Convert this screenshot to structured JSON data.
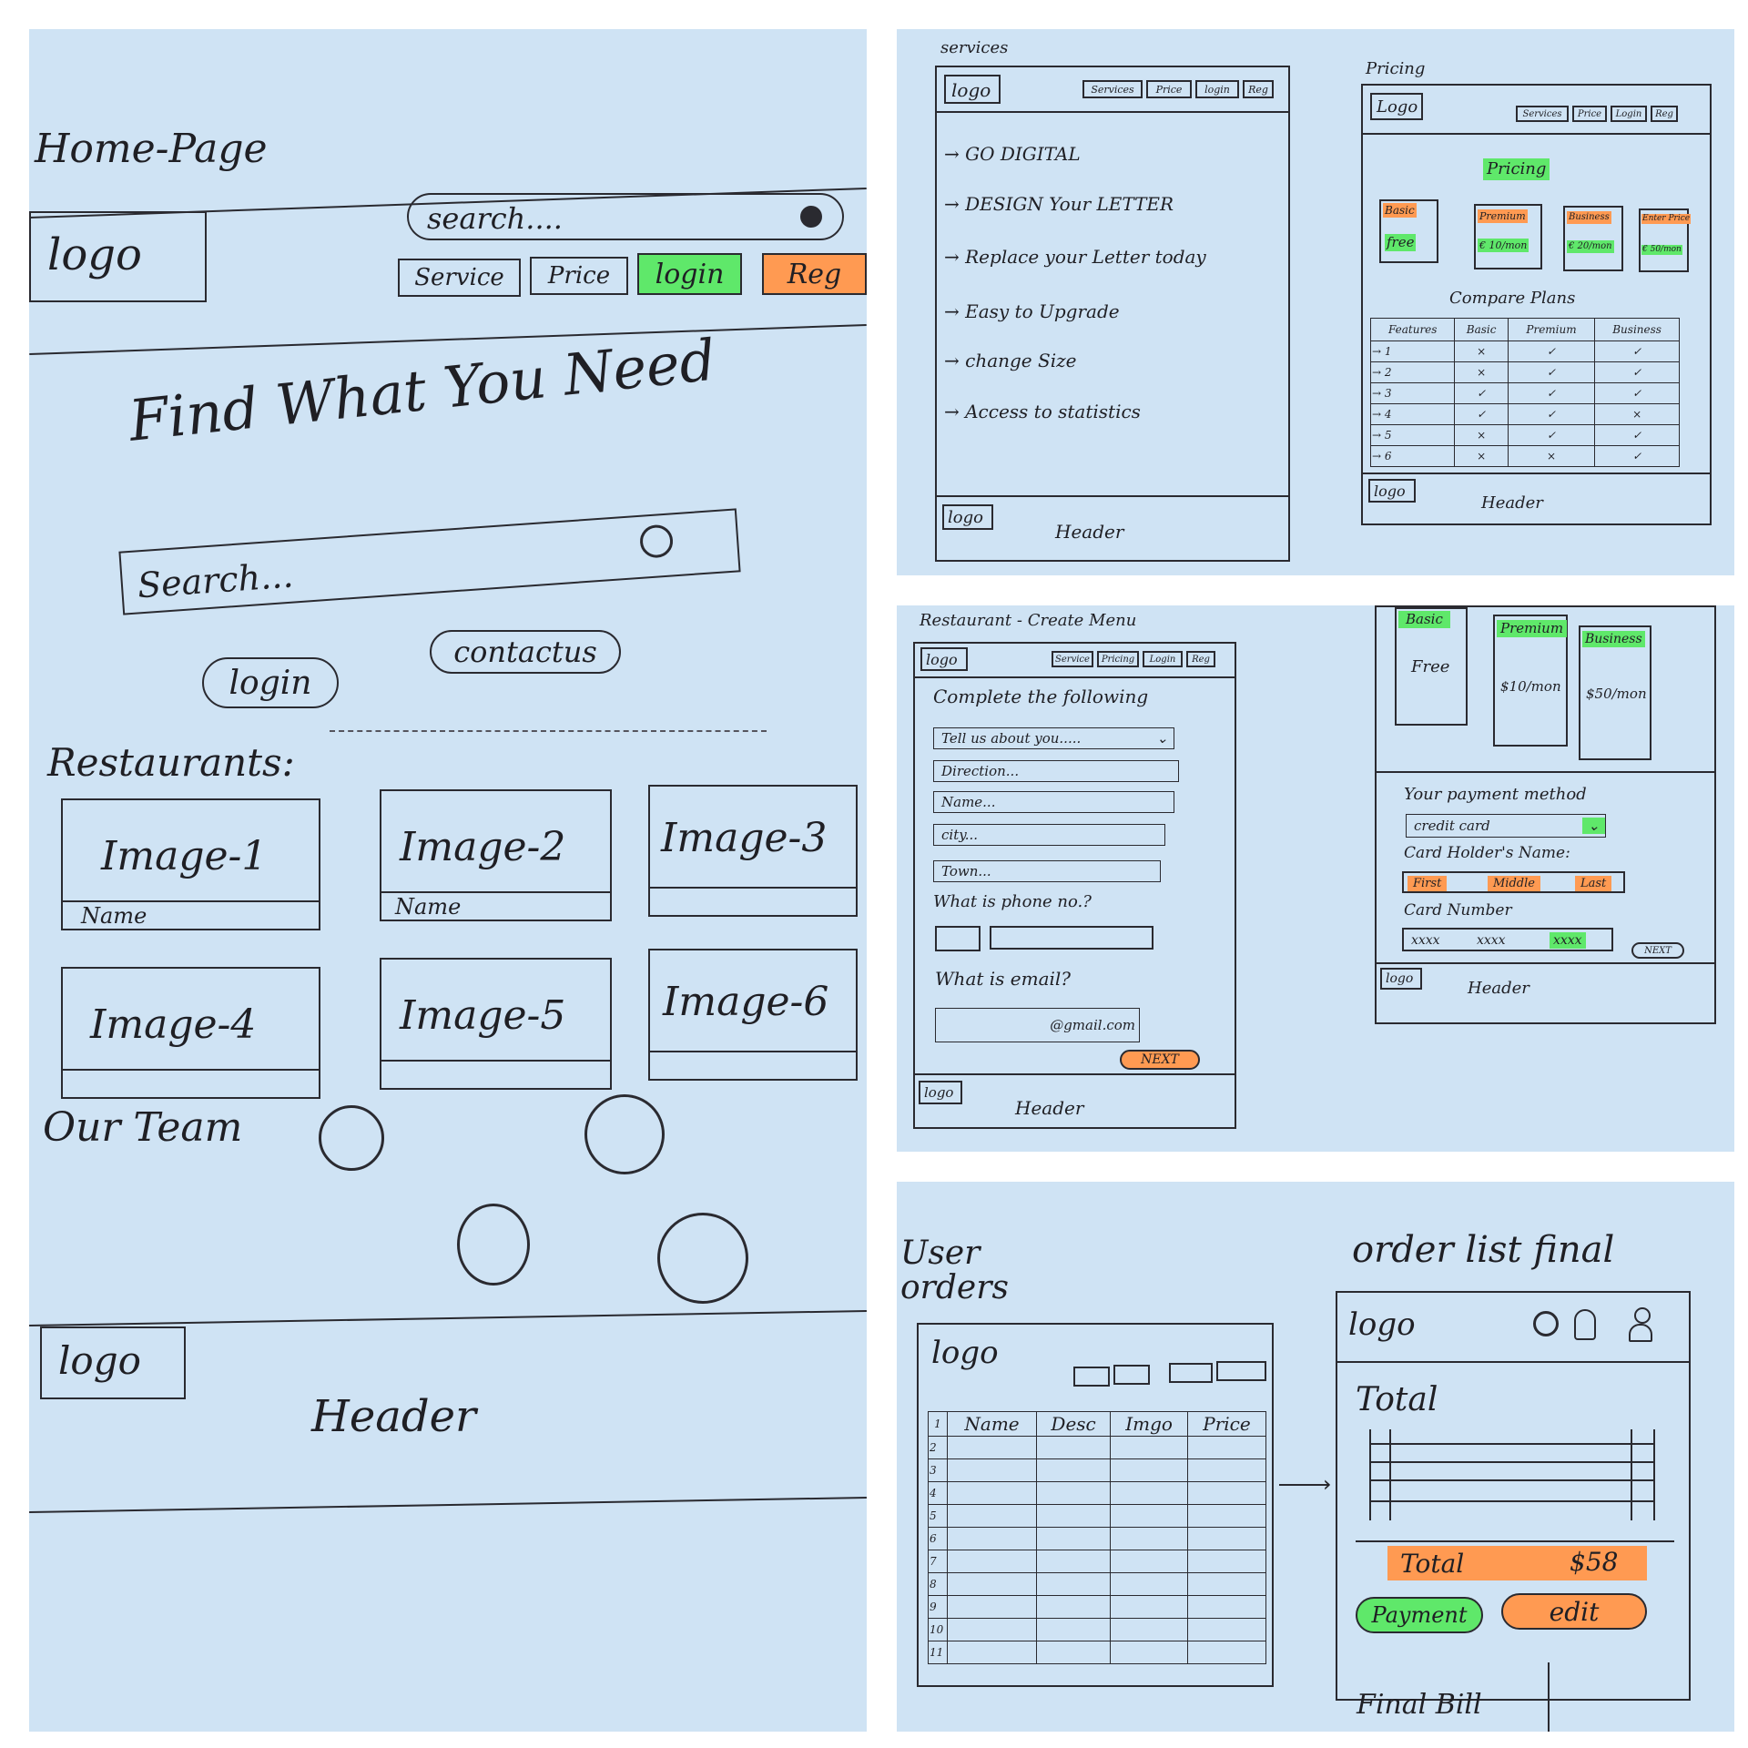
{
  "home": {
    "title": "Home-Page",
    "logo": "logo",
    "search_placeholder": "search....",
    "nav": {
      "service": "Service",
      "price": "Price",
      "login": "login",
      "reg": "Reg"
    },
    "hero": "Find What You Need",
    "hero_search_placeholder": "Search...",
    "login_link": "login",
    "contacts_link": "contactus",
    "restaurants_label": "Restaurants:",
    "cards": [
      {
        "image": "Image-1",
        "name": "Name"
      },
      {
        "image": "Image-2",
        "name": "Name"
      },
      {
        "image": "Image-3",
        "name": ""
      },
      {
        "image": "Image-4",
        "name": ""
      },
      {
        "image": "Image-5",
        "name": ""
      },
      {
        "image": "Image-6",
        "name": ""
      }
    ],
    "team_label": "Our Team",
    "footer_logo": "logo",
    "footer_text": "Header"
  },
  "services": {
    "title": "services",
    "logo": "logo",
    "nav": {
      "services": "Services",
      "price": "Price",
      "login": "login",
      "reg": "Reg"
    },
    "items": [
      "→ GO DIGITAL",
      "→ DESIGN Your LETTER",
      "→ Replace your Letter today",
      "→ Easy to Upgrade",
      "→ change Size",
      "→ Access to statistics"
    ],
    "footer_logo": "logo",
    "footer_text": "Header"
  },
  "pricing": {
    "title": "Pricing",
    "logo": "Logo",
    "nav": {
      "services": "Services",
      "price": "Price",
      "login": "Login",
      "reg": "Reg"
    },
    "heading": "Pricing",
    "plans": [
      {
        "name": "Basic",
        "price": "free"
      },
      {
        "name": "Premium",
        "price": "€ 10/mon"
      },
      {
        "name": "Business",
        "price": "€ 20/mon"
      },
      {
        "name": "Enter Price",
        "price": "€ 50/mon"
      }
    ],
    "compare_label": "Compare Plans",
    "table_headers": [
      "Features",
      "Basic",
      "Premium",
      "Business"
    ],
    "rows": [
      [
        "→ 1",
        "×",
        "✓",
        "✓"
      ],
      [
        "→ 2",
        "×",
        "✓",
        "✓"
      ],
      [
        "→ 3",
        "✓",
        "✓",
        "✓"
      ],
      [
        "→ 4",
        "✓",
        "✓",
        "×"
      ],
      [
        "→ 5",
        "×",
        "✓",
        "✓"
      ],
      [
        "→ 6",
        "×",
        "×",
        "✓"
      ]
    ],
    "footer_logo": "logo",
    "footer_text": "Header"
  },
  "create_menu": {
    "title": "Restaurant - Create Menu",
    "logo": "logo",
    "nav": {
      "service": "Service",
      "pricing": "Pricing",
      "login": "Login",
      "reg": "Reg"
    },
    "intro": "Complete the following",
    "select_label": "Tell us about you.....",
    "fields": [
      "Direction...",
      "Name...",
      "city...",
      "Town..."
    ],
    "phone_label": "What is phone no.?",
    "email_label": "What is email?",
    "email_suffix": "@gmail.com",
    "next": "NEXT",
    "footer_logo": "logo",
    "footer_text": "Header"
  },
  "payment": {
    "plans": [
      {
        "name": "Basic",
        "price": "Free"
      },
      {
        "name": "Premium",
        "price": "$10/mon"
      },
      {
        "name": "Business",
        "price": "$50/mon"
      }
    ],
    "method_label": "Your payment method",
    "method_value": "credit card",
    "holder_label": "Card Holder's Name:",
    "holder_fields": [
      "First",
      "Middle",
      "Last"
    ],
    "number_label": "Card Number",
    "number_parts": [
      "xxxx",
      "xxxx",
      "xxxx"
    ],
    "next": "NEXT",
    "footer_logo": "logo",
    "footer_text": "Header"
  },
  "user_orders": {
    "title": "User orders",
    "logo": "logo",
    "headers": [
      "Name",
      "Desc",
      "Imgo",
      "Price"
    ],
    "row_numbers": [
      "1",
      "2",
      "3",
      "4",
      "5",
      "6",
      "7",
      "8",
      "9",
      "10",
      "11"
    ]
  },
  "order_final": {
    "title": "order list final",
    "logo": "logo",
    "total_heading": "Total",
    "total_label": "Total",
    "total_value": "$58",
    "payment_button": "Payment",
    "edit_button": "edit",
    "final_bill": "Final Bill"
  },
  "colors": {
    "paper": "#cfe3f4",
    "ink": "#2a2a30",
    "green": "#5fe86a",
    "orange": "#ff9a52"
  }
}
